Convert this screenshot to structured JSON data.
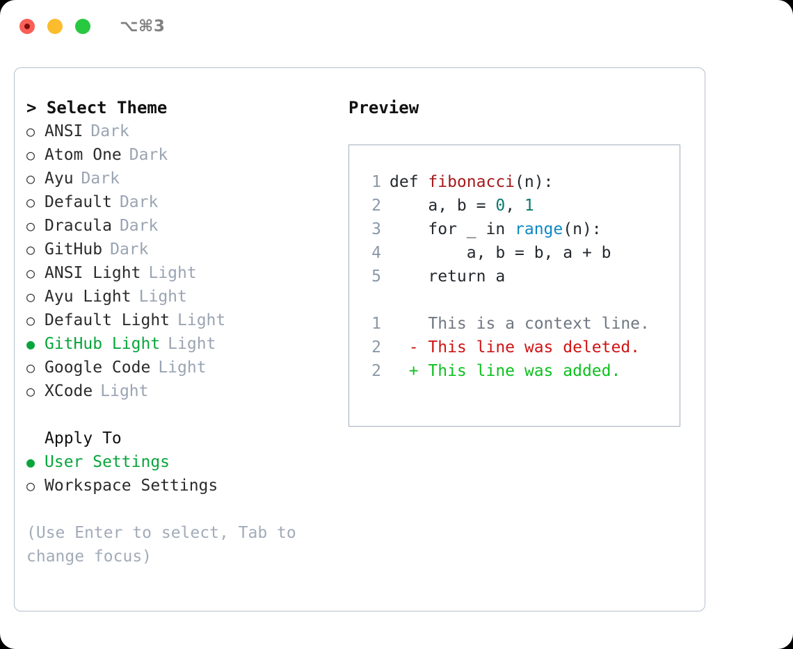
{
  "window": {
    "shortcut": "⌥⌘3",
    "traffic_lights": [
      {
        "name": "close",
        "color": "#fa5e57"
      },
      {
        "name": "minimize",
        "color": "#fbbd2e"
      },
      {
        "name": "maximize",
        "color": "#28c840"
      }
    ]
  },
  "theme_list": {
    "header": "> Select Theme",
    "markers": {
      "unselected": "○",
      "selected": "●"
    },
    "items": [
      {
        "label": "ANSI",
        "badge": "Dark",
        "selected": false
      },
      {
        "label": "Atom One",
        "badge": "Dark",
        "selected": false
      },
      {
        "label": "Ayu",
        "badge": "Dark",
        "selected": false
      },
      {
        "label": "Default",
        "badge": "Dark",
        "selected": false
      },
      {
        "label": "Dracula",
        "badge": "Dark",
        "selected": false
      },
      {
        "label": "GitHub",
        "badge": "Dark",
        "selected": false
      },
      {
        "label": "ANSI Light",
        "badge": "Light",
        "selected": false
      },
      {
        "label": "Ayu Light",
        "badge": "Light",
        "selected": false
      },
      {
        "label": "Default Light",
        "badge": "Light",
        "selected": false
      },
      {
        "label": "GitHub Light",
        "badge": "Light",
        "selected": true
      },
      {
        "label": "Google Code",
        "badge": "Light",
        "selected": false
      },
      {
        "label": "XCode",
        "badge": "Light",
        "selected": false
      }
    ]
  },
  "apply_to": {
    "header": "Apply To",
    "items": [
      {
        "label": "User Settings",
        "selected": true
      },
      {
        "label": "Workspace Settings",
        "selected": false
      }
    ]
  },
  "hint": "(Use Enter to select, Tab to change focus)",
  "preview": {
    "header": "Preview",
    "code": {
      "lines": [
        {
          "num": "1",
          "tokens": [
            {
              "t": "def ",
              "k": "plain"
            },
            {
              "t": "fibonacci",
              "k": "fn"
            },
            {
              "t": "(n):",
              "k": "plain"
            }
          ]
        },
        {
          "num": "2",
          "tokens": [
            {
              "t": "    a, b = ",
              "k": "plain"
            },
            {
              "t": "0",
              "k": "num"
            },
            {
              "t": ", ",
              "k": "plain"
            },
            {
              "t": "1",
              "k": "num"
            }
          ]
        },
        {
          "num": "3",
          "tokens": [
            {
              "t": "    for _ in ",
              "k": "plain"
            },
            {
              "t": "range",
              "k": "call"
            },
            {
              "t": "(n):",
              "k": "plain"
            }
          ]
        },
        {
          "num": "4",
          "tokens": [
            {
              "t": "        a, b = b, a + b",
              "k": "plain"
            }
          ]
        },
        {
          "num": "5",
          "tokens": [
            {
              "t": "    return a",
              "k": "plain"
            }
          ]
        }
      ]
    },
    "diff": {
      "lines": [
        {
          "num": "1",
          "sign": " ",
          "text": "This is a context line.",
          "kind": "context"
        },
        {
          "num": "2",
          "sign": "-",
          "text": "This line was deleted.",
          "kind": "deleted"
        },
        {
          "num": "2",
          "sign": "+",
          "text": "This line was added.",
          "kind": "added"
        }
      ]
    }
  },
  "colors": {
    "selected_green": "#09a53c",
    "badge_grey": "#9aa4b2",
    "hint_grey": "#a2abb8",
    "line_number": "#8b98a8",
    "func_red": "#a4191c",
    "number_teal": "#0b7a6e",
    "call_blue": "#0d87c4",
    "diff_context": "#6f7781",
    "diff_deleted": "#cf1414",
    "diff_added": "#0ec020",
    "panel_border": "#b6bfcc",
    "preview_border": "#a3aebc"
  }
}
